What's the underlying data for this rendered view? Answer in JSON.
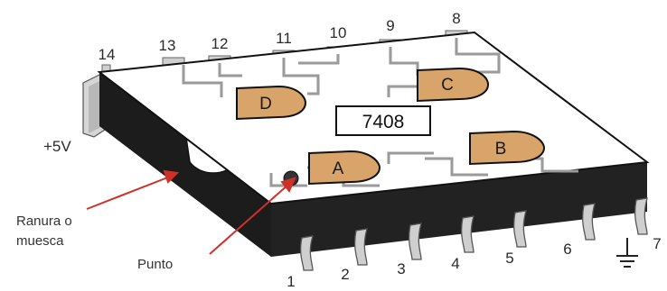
{
  "chip": {
    "label": "7408"
  },
  "pins": {
    "top": [
      "14",
      "13",
      "12",
      "11",
      "10",
      "9",
      "8"
    ],
    "bottom": [
      "1",
      "2",
      "3",
      "4",
      "5",
      "6",
      "7"
    ]
  },
  "gates": {
    "a": "A",
    "b": "B",
    "c": "C",
    "d": "D"
  },
  "callouts": {
    "vcc": "+5V",
    "notch_line1": "Ranura o",
    "notch_line2": "muesca",
    "dot": "Punto"
  },
  "colors": {
    "gate_fill": "#d9a46a",
    "body_dark": "#1c1c1c",
    "top_surface": "#ffffff",
    "arrow": "#d0302a",
    "pin_metal": "#c9c9c9"
  }
}
